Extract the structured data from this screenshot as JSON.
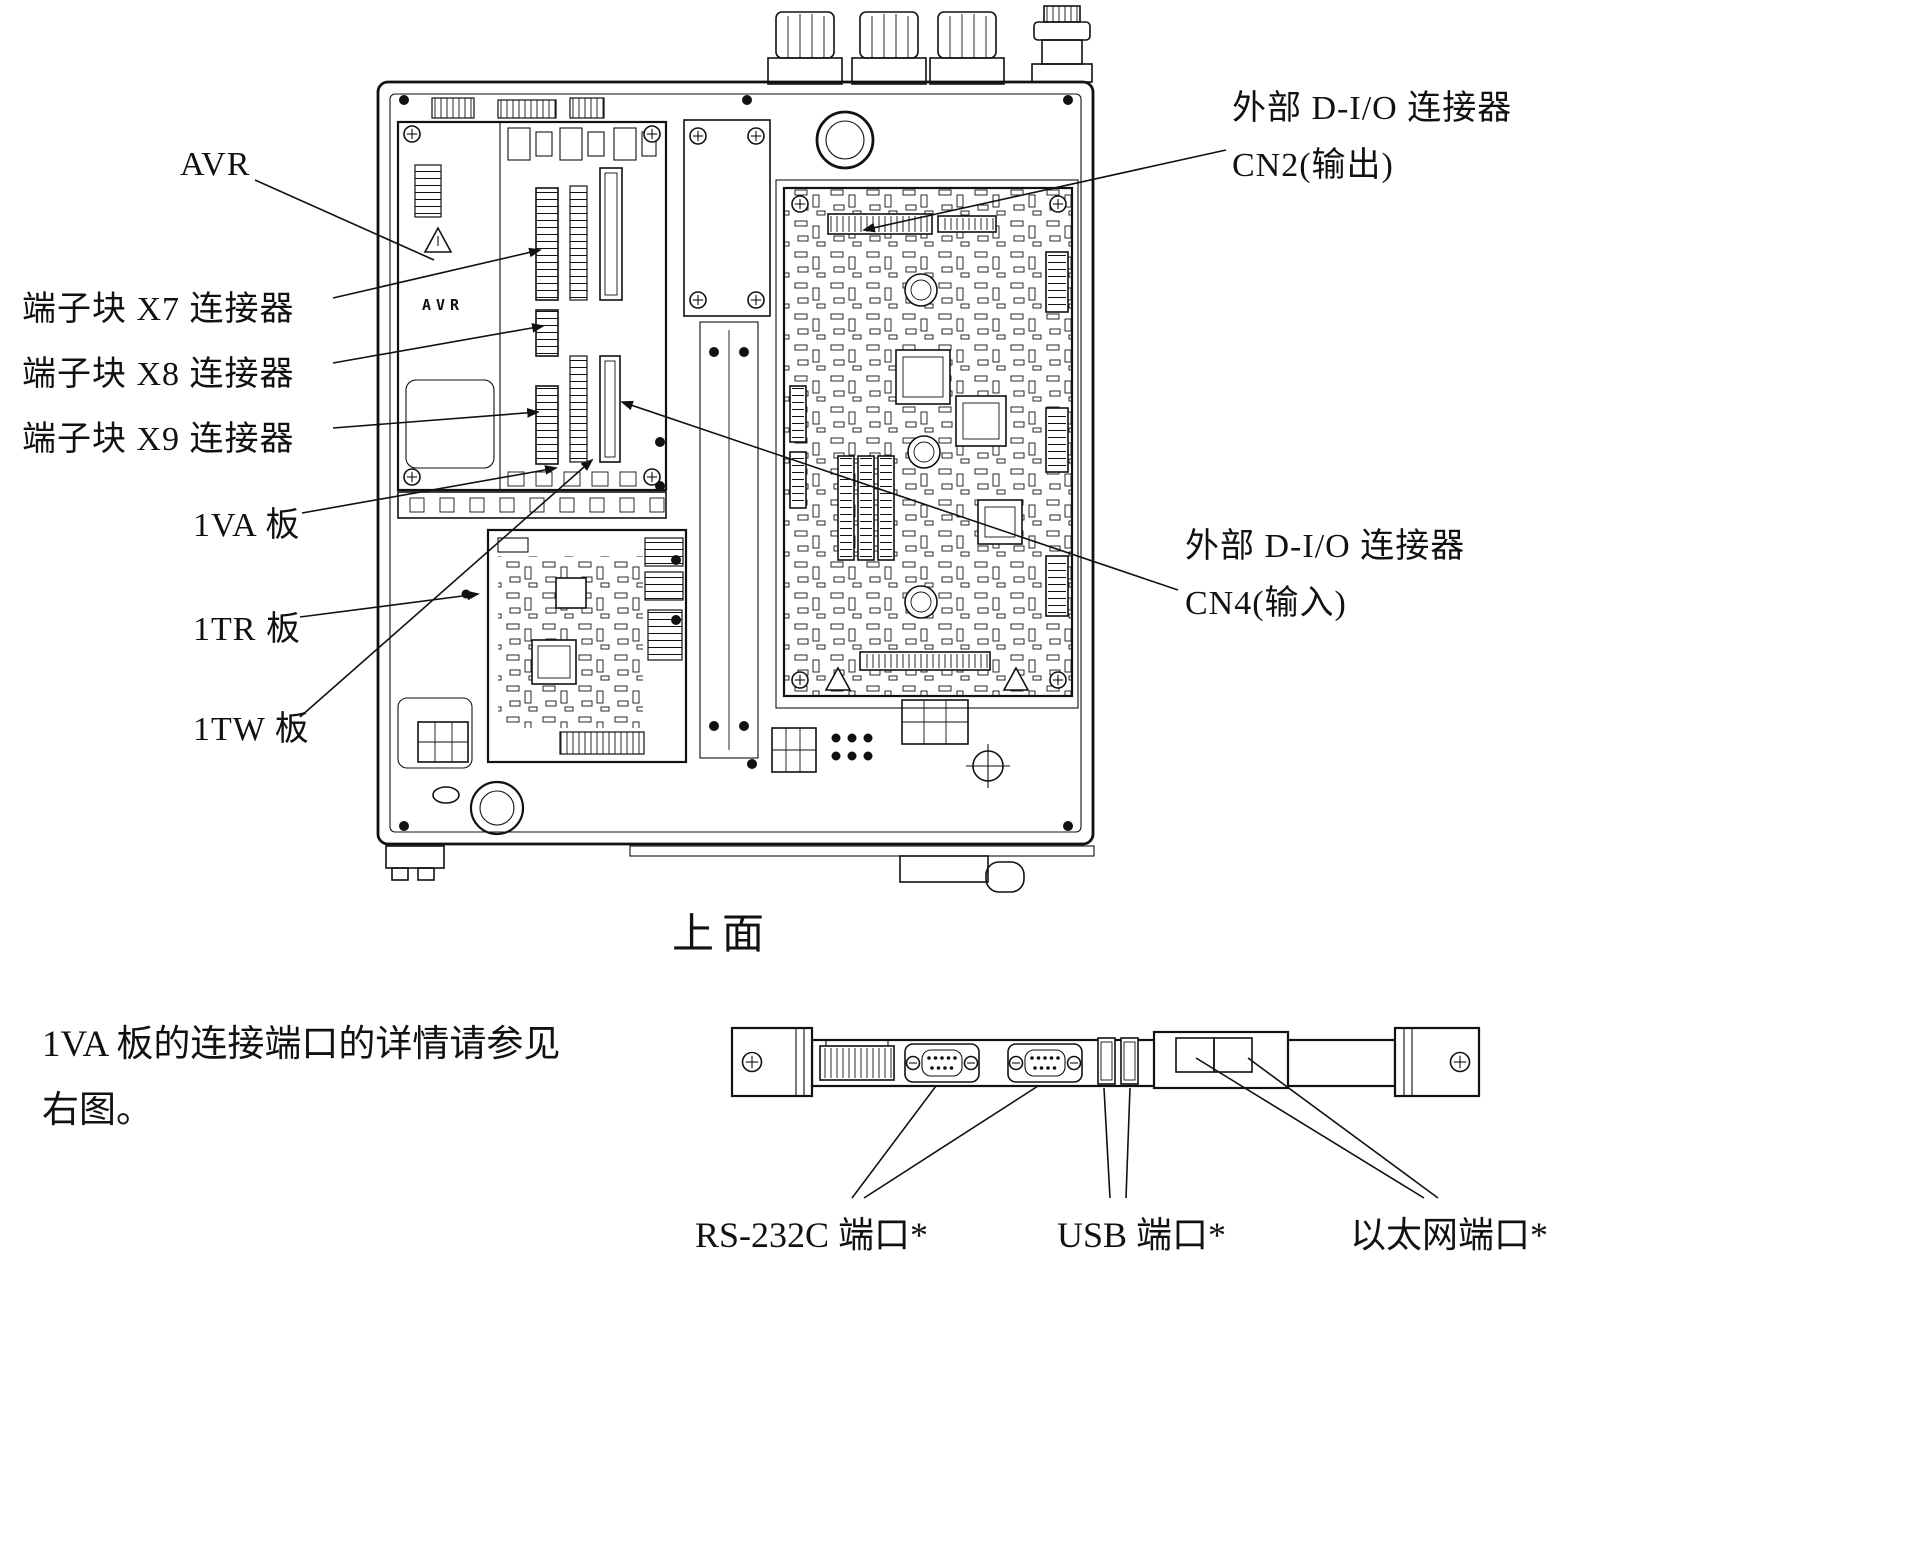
{
  "colors": {
    "ink": "#111111",
    "background": "#ffffff"
  },
  "top_view": {
    "caption": "上面",
    "board_marking": "AVR",
    "labels": {
      "avr": "AVR",
      "x7": "端子块 X7 连接器",
      "x8": "端子块 X8 连接器",
      "x9": "端子块 X9 连接器",
      "va": "1VA 板",
      "tr": "1TR 板",
      "tw": "1TW 板",
      "cn2_1": "外部 D-I/O 连接器",
      "cn2_2": "CN2(输出)",
      "cn4_1": "外部 D-I/O 连接器",
      "cn4_2": "CN4(输入)"
    }
  },
  "note": {
    "line1": "1VA 板的连接端口的详情请参见",
    "line2": "右图。"
  },
  "port_view": {
    "labels": {
      "rs232c": "RS-232C 端口*",
      "usb": "USB 端口*",
      "ethernet": "以太网端口*"
    }
  }
}
